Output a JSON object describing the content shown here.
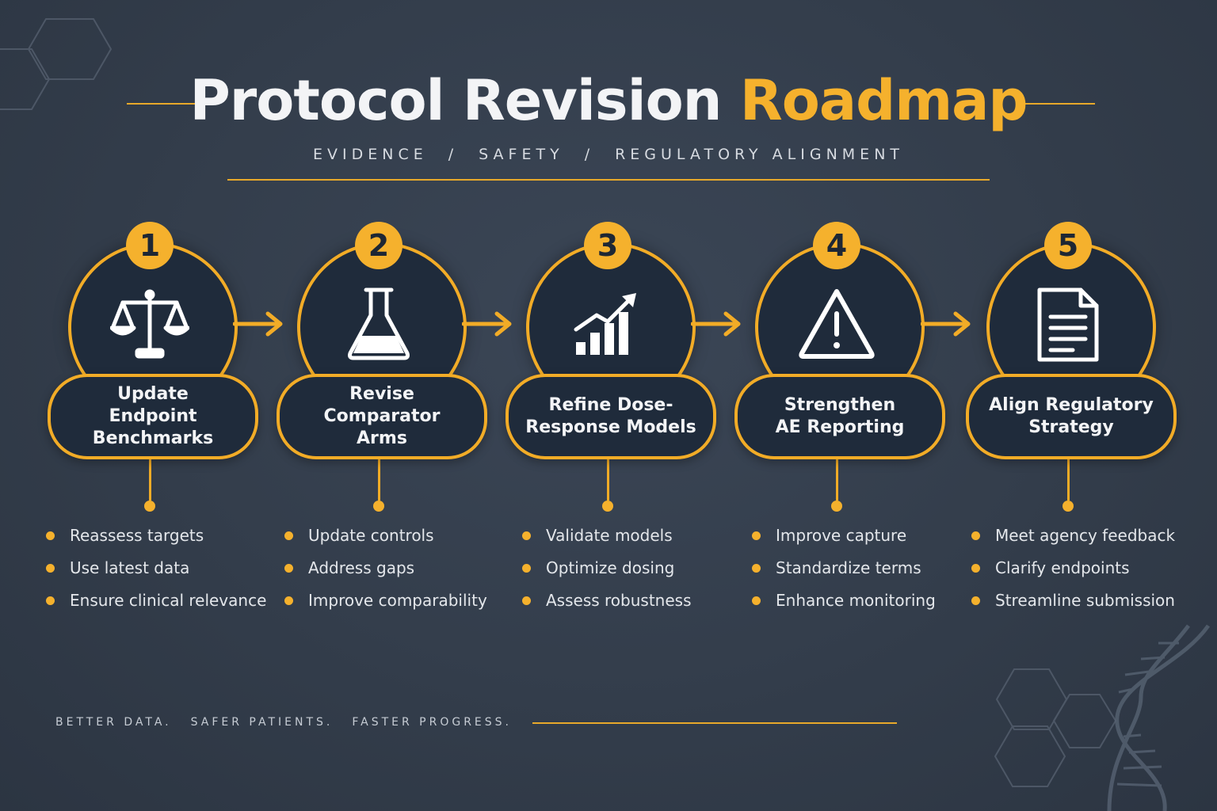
{
  "header": {
    "title_part1": "Protocol Revision",
    "title_part2": "Roadmap",
    "subtitle": [
      "EVIDENCE",
      "SAFETY",
      "REGULATORY ALIGNMENT"
    ],
    "subtitle_separator": "/"
  },
  "steps": [
    {
      "number": "1",
      "icon": "scales-icon",
      "label": "Update\nEndpoint\nBenchmarks",
      "bullets": [
        "Reassess targets",
        "Use latest data",
        "Ensure clinical relevance"
      ]
    },
    {
      "number": "2",
      "icon": "flask-icon",
      "label": "Revise\nComparator\nArms",
      "bullets": [
        "Update controls",
        "Address gaps",
        "Improve comparability"
      ]
    },
    {
      "number": "3",
      "icon": "growth-chart-icon",
      "label": "Refine Dose-\nResponse Models",
      "bullets": [
        "Validate models",
        "Optimize dosing",
        "Assess robustness"
      ]
    },
    {
      "number": "4",
      "icon": "warning-icon",
      "label": "Strengthen\nAE Reporting",
      "bullets": [
        "Improve capture",
        "Standardize terms",
        "Enhance monitoring"
      ]
    },
    {
      "number": "5",
      "icon": "document-icon",
      "label": "Align Regulatory\nStrategy",
      "bullets": [
        "Meet agency feedback",
        "Clarify endpoints",
        "Streamline submission"
      ]
    }
  ],
  "footer": {
    "taglines": [
      "BETTER DATA.",
      "SAFER PATIENTS.",
      "FASTER PROGRESS."
    ]
  },
  "colors": {
    "accent": "#f5b12d",
    "background": "#353f4d",
    "node_fill": "#1f2b3b",
    "text": "#f3f4f6"
  }
}
